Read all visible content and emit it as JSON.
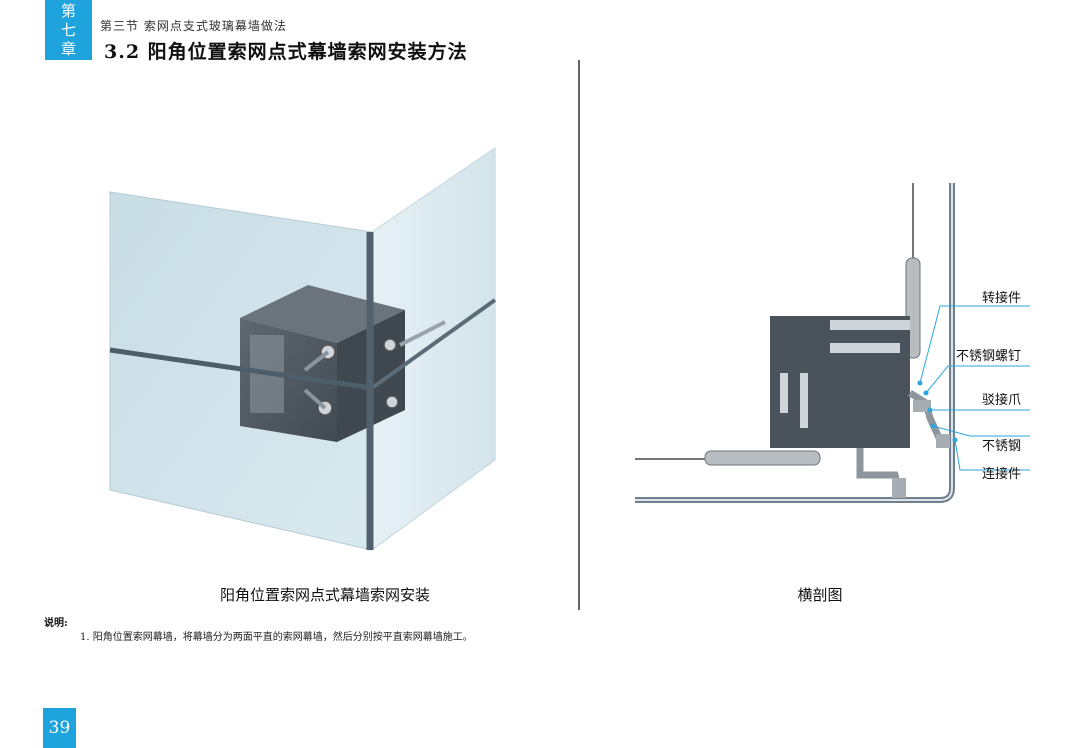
{
  "header": {
    "chapter_tab": [
      "第",
      "七",
      "章"
    ],
    "section_label": "第三节  索网点支式玻璃幕墙做法",
    "title": "3.2 阳角位置索网点式幕墙索网安装方法"
  },
  "figures": {
    "left_caption": "阳角位置索网点式幕墙索网安装",
    "right_caption": "横剖图",
    "callouts": [
      "转接件",
      "不锈钢螺钉",
      "驳接爪",
      "不锈钢",
      "连接件"
    ]
  },
  "notes": {
    "heading": "说明:",
    "items": [
      "1. 阳角位置索网幕墙，将幕墙分为两面平直的索网幕墙，然后分别按平直索网幕墙施工。"
    ]
  },
  "footer": {
    "page_number": "39"
  },
  "colors": {
    "accent": "#1fa3dc",
    "glass": "#cfe3ea",
    "block": "#4e5760",
    "frame": "#6f7f8c"
  }
}
